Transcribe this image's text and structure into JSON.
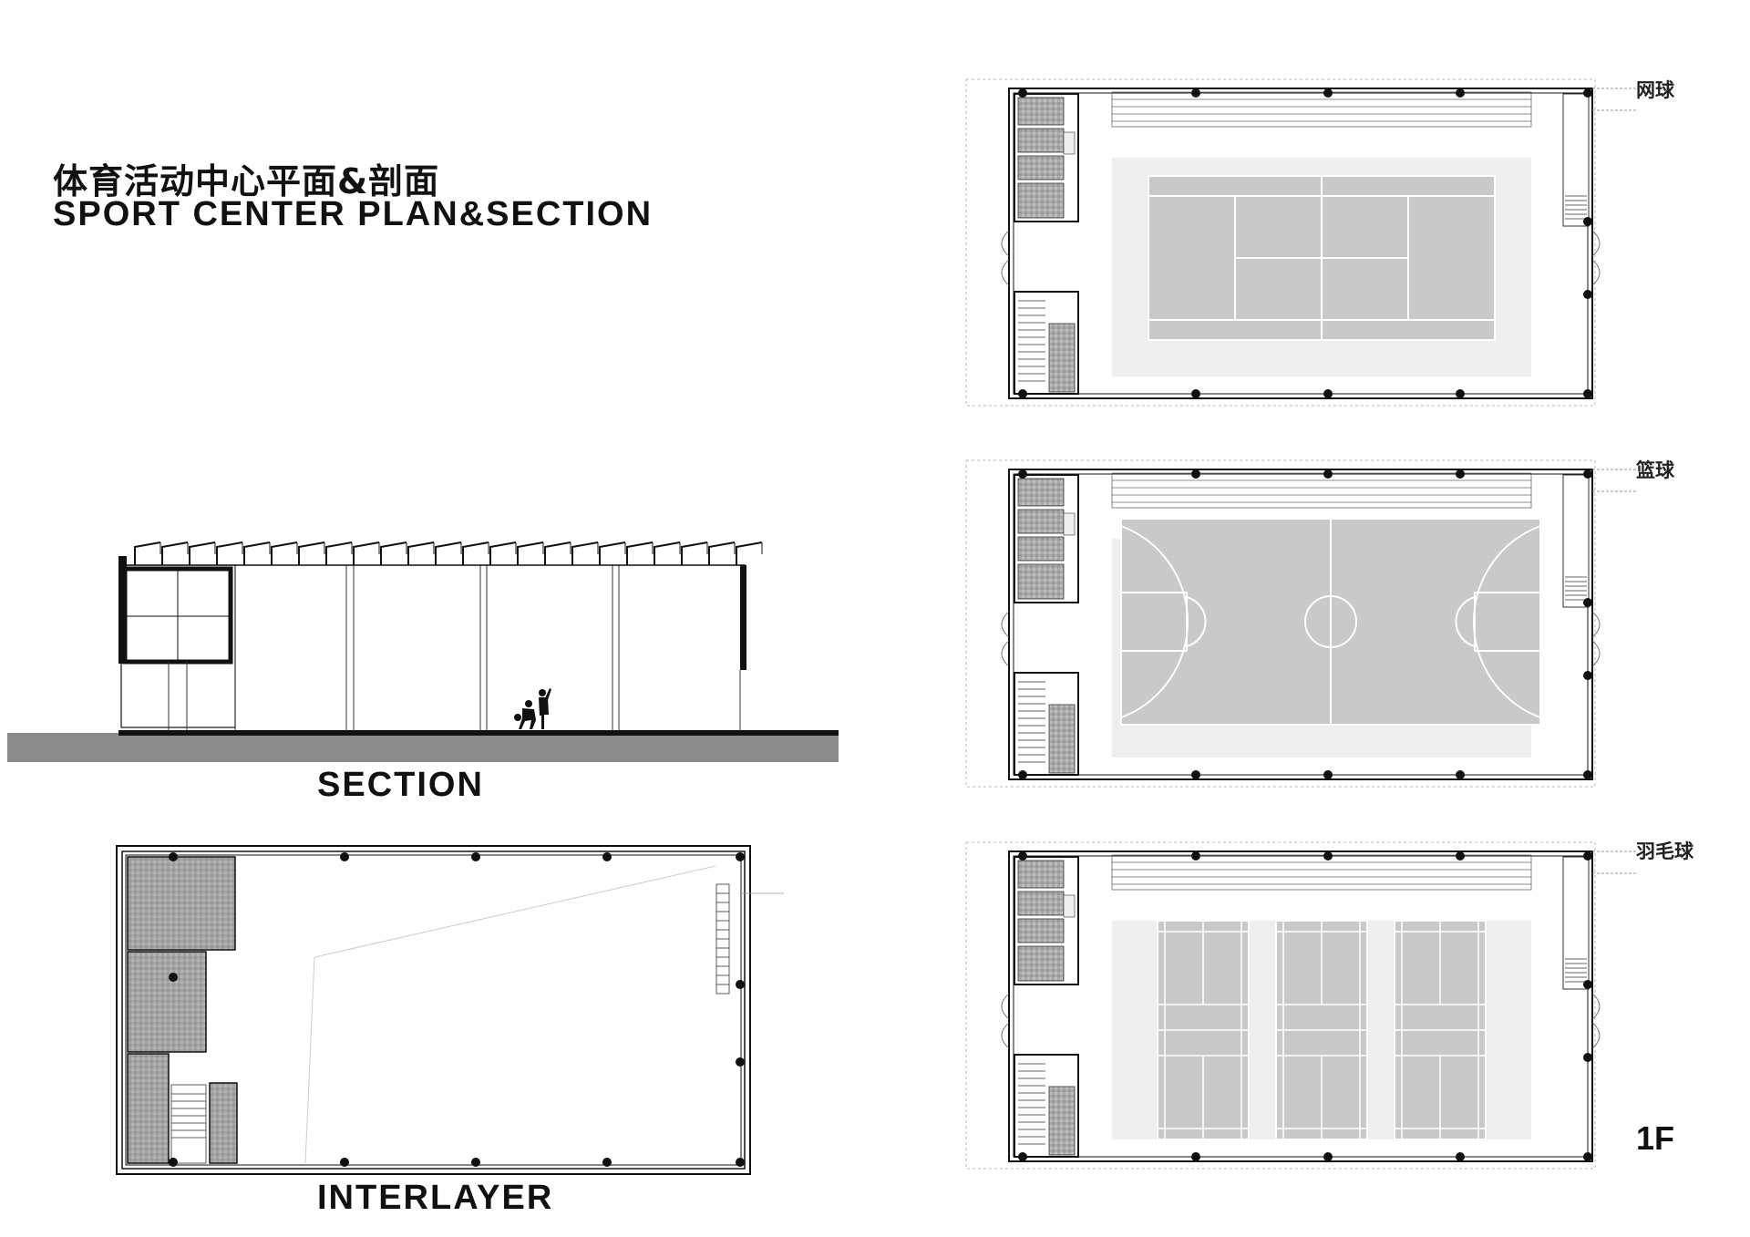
{
  "header": {
    "title_cn": "体育活动中心平面&剖面",
    "title_en": "SPORT CENTER PLAN&SECTION"
  },
  "captions": {
    "section": "SECTION",
    "interlayer": "INTERLAYER",
    "floor": "1F"
  },
  "plans": [
    {
      "id": "tennis",
      "label": "网球"
    },
    {
      "id": "basketball",
      "label": "篮球"
    },
    {
      "id": "badminton",
      "label": "羽毛球"
    }
  ],
  "colors": {
    "court_fill": "#c9c9c9",
    "court_surround": "#eeeeee",
    "wall": "#111111",
    "ground": "#8c8c8c",
    "hatch": "#a9a9a9"
  }
}
